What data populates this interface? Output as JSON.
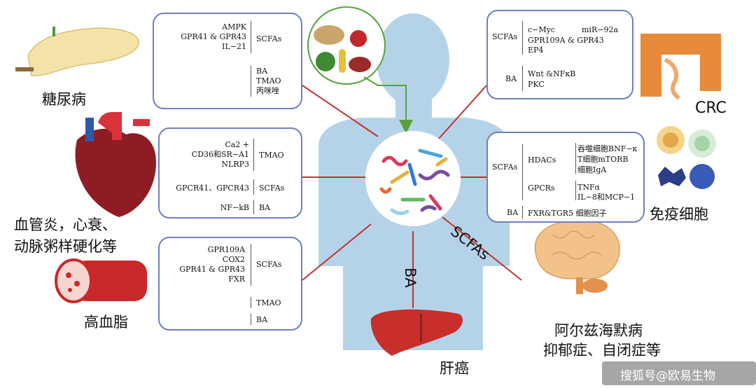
{
  "colors": {
    "box_border": "#6f7fc0",
    "connector": "#c0342f",
    "body": "#b5d3e8",
    "arrow_green": "#55a23c",
    "liver": "#c82e2a"
  },
  "labels": {
    "diabetes": "糖尿病",
    "vascular_line1": "血管炎，心衰、",
    "vascular_line2": "动脉粥样硬化等",
    "hyperlipidemia": "高血脂",
    "liver_cancer": "肝癌",
    "crc": "CRC",
    "immune_cells": "免疫细胞",
    "neuro_line1": "阿尔兹海默病",
    "neuro_line2": "抑郁症、自闭症等",
    "scfas_axis": "SCFAs",
    "ba_axis": "BA"
  },
  "boxes": {
    "diabetes": {
      "scfa_items": [
        "AMPK",
        "GPR41 & GPR43",
        "IL−21"
      ],
      "scfa_label": "SCFAs",
      "ba_items": [
        "BA",
        "TMAO",
        "丙咪唑"
      ]
    },
    "cardio": {
      "tmao_items": [
        "Ca2 +",
        "CD36和SR−A1",
        "NLRP3"
      ],
      "tmao_label": "TMAO",
      "scfa_items": [
        "GPCR41、GPCR43"
      ],
      "scfa_label": "SCFAs",
      "ba_items": [
        "NF−kB"
      ],
      "ba_label": "BA"
    },
    "lipid": {
      "scfa_items": [
        "GPR109A",
        "COX2",
        "GPR41 & GPR43",
        "FXR"
      ],
      "scfa_label": "SCFAs",
      "tmao_label": "TMAO",
      "ba_label": "BA"
    },
    "crc": {
      "scfa_label": "SCFAs",
      "myc": "c−Myc",
      "mir": "miR−92a",
      "gpr": "GPR109A & GPR43",
      "ep4": "EP4",
      "ba_label": "BA",
      "wnt": "Wnt &NFκB",
      "pkc": "PKC"
    },
    "immune": {
      "scfa_label": "SCFAs",
      "hdacs": "HDACs",
      "hdacs_targets": [
        "吞噬细胞BNF−κ",
        "T细胞mTORB",
        "细胞IgA"
      ],
      "gpcrs": "GPCRs",
      "gpcrs_targets": [
        "TNFα",
        "IL−8和MCP−1"
      ],
      "ba_label": "BA",
      "ba_targets": "FXR&TGR5   细胞因子"
    }
  },
  "watermark": "搜狐号@欧易生物"
}
